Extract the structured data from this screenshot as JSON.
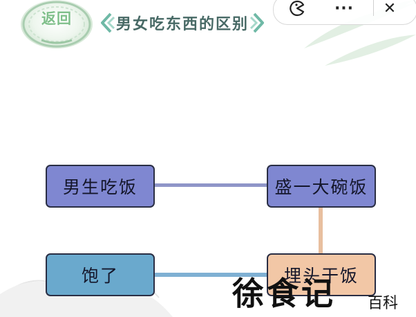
{
  "header": {
    "back_label": "返回",
    "title": "男女吃东西的区别"
  },
  "capsule": {
    "menu_glyph": "···",
    "close_glyph": "✕"
  },
  "board": {
    "nodes": [
      {
        "id": "male-eat",
        "text": "男生吃饭",
        "color": "#7f87d1"
      },
      {
        "id": "big-bowl",
        "text": "盛一大碗饭",
        "color": "#7f87d1"
      },
      {
        "id": "full",
        "text": "饱了",
        "color": "#6aa9cd"
      },
      {
        "id": "eat-hard",
        "text": "埋头干饭",
        "color": "#f2c7a6"
      }
    ],
    "links": [
      {
        "from": "男生吃饭",
        "to": "盛一大碗饭",
        "color": "#8f95c8"
      },
      {
        "from": "盛一大碗饭",
        "to": "埋头干饭",
        "color": "#e8bf9f"
      },
      {
        "from": "饱了",
        "to": "埋头干饭",
        "color": "#7fb0d3"
      }
    ]
  },
  "watermark": {
    "main": "徐食记",
    "sub": "百科"
  }
}
